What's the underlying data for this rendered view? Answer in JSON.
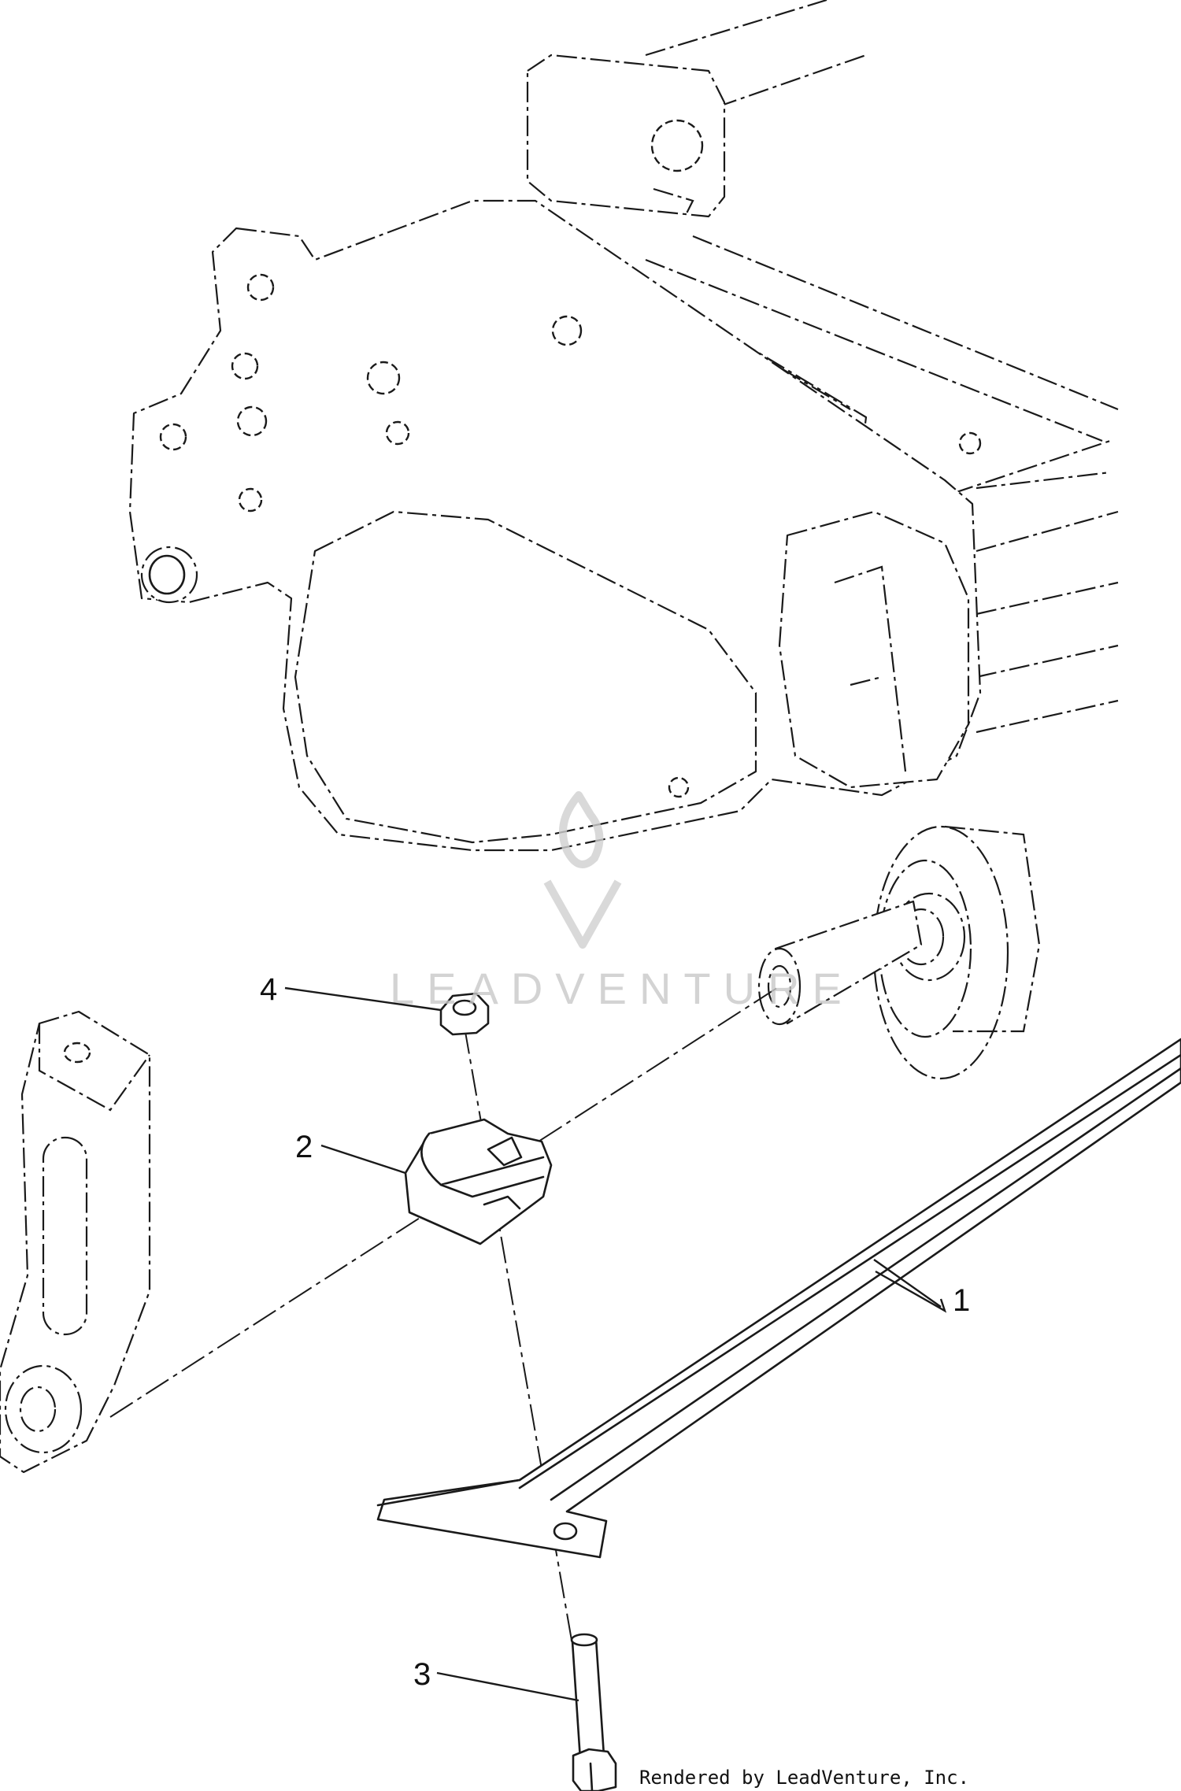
{
  "callouts": [
    {
      "label": "1"
    },
    {
      "label": "2"
    },
    {
      "label": "3"
    },
    {
      "label": "4"
    }
  ],
  "watermark": {
    "text": "LEADVENTURE"
  },
  "credit": {
    "text": "Rendered by LeadVenture, Inc."
  }
}
